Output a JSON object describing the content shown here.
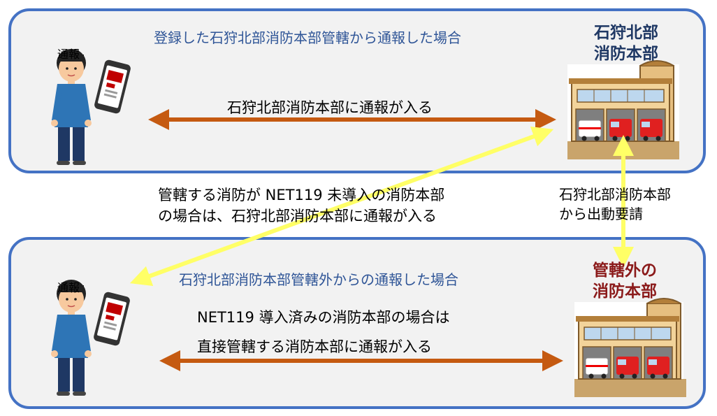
{
  "top_panel": {
    "title": "登録した石狩北部消防本部管轄から通報した場合",
    "caller_label": "通報",
    "arrow_label": "石狩北部消防本部に通報が入る",
    "station_label_line1": "石狩北部",
    "station_label_line2": "消防本部"
  },
  "bottom_panel": {
    "title": "石狩北部消防本部管轄外からの通報した場合",
    "caller_label": "通報",
    "arrow_label_line1": "NET119 導入済みの消防本部の場合は",
    "arrow_label_line2": "直接管轄する消防本部に通報が入る",
    "station_label_line1": "管轄外の",
    "station_label_line2": "消防本部"
  },
  "middle": {
    "fallback_note_line1": "管轄する消防が NET119 未導入の消防本部",
    "fallback_note_line2": "の場合は、石狩北部消防本部に通報が入る",
    "dispatch_note_line1": "石狩北部消防本部",
    "dispatch_note_line2": "から出動要請"
  },
  "colors": {
    "panel_border": "#4472c4",
    "panel_fill": "#f2f2f2",
    "scene_title": "#2f5597",
    "direct_arrow": "#c55a11",
    "relay_arrow": "#ffff66",
    "station_label_top": "#1f3864",
    "station_label_bottom": "#8b1a1a"
  }
}
